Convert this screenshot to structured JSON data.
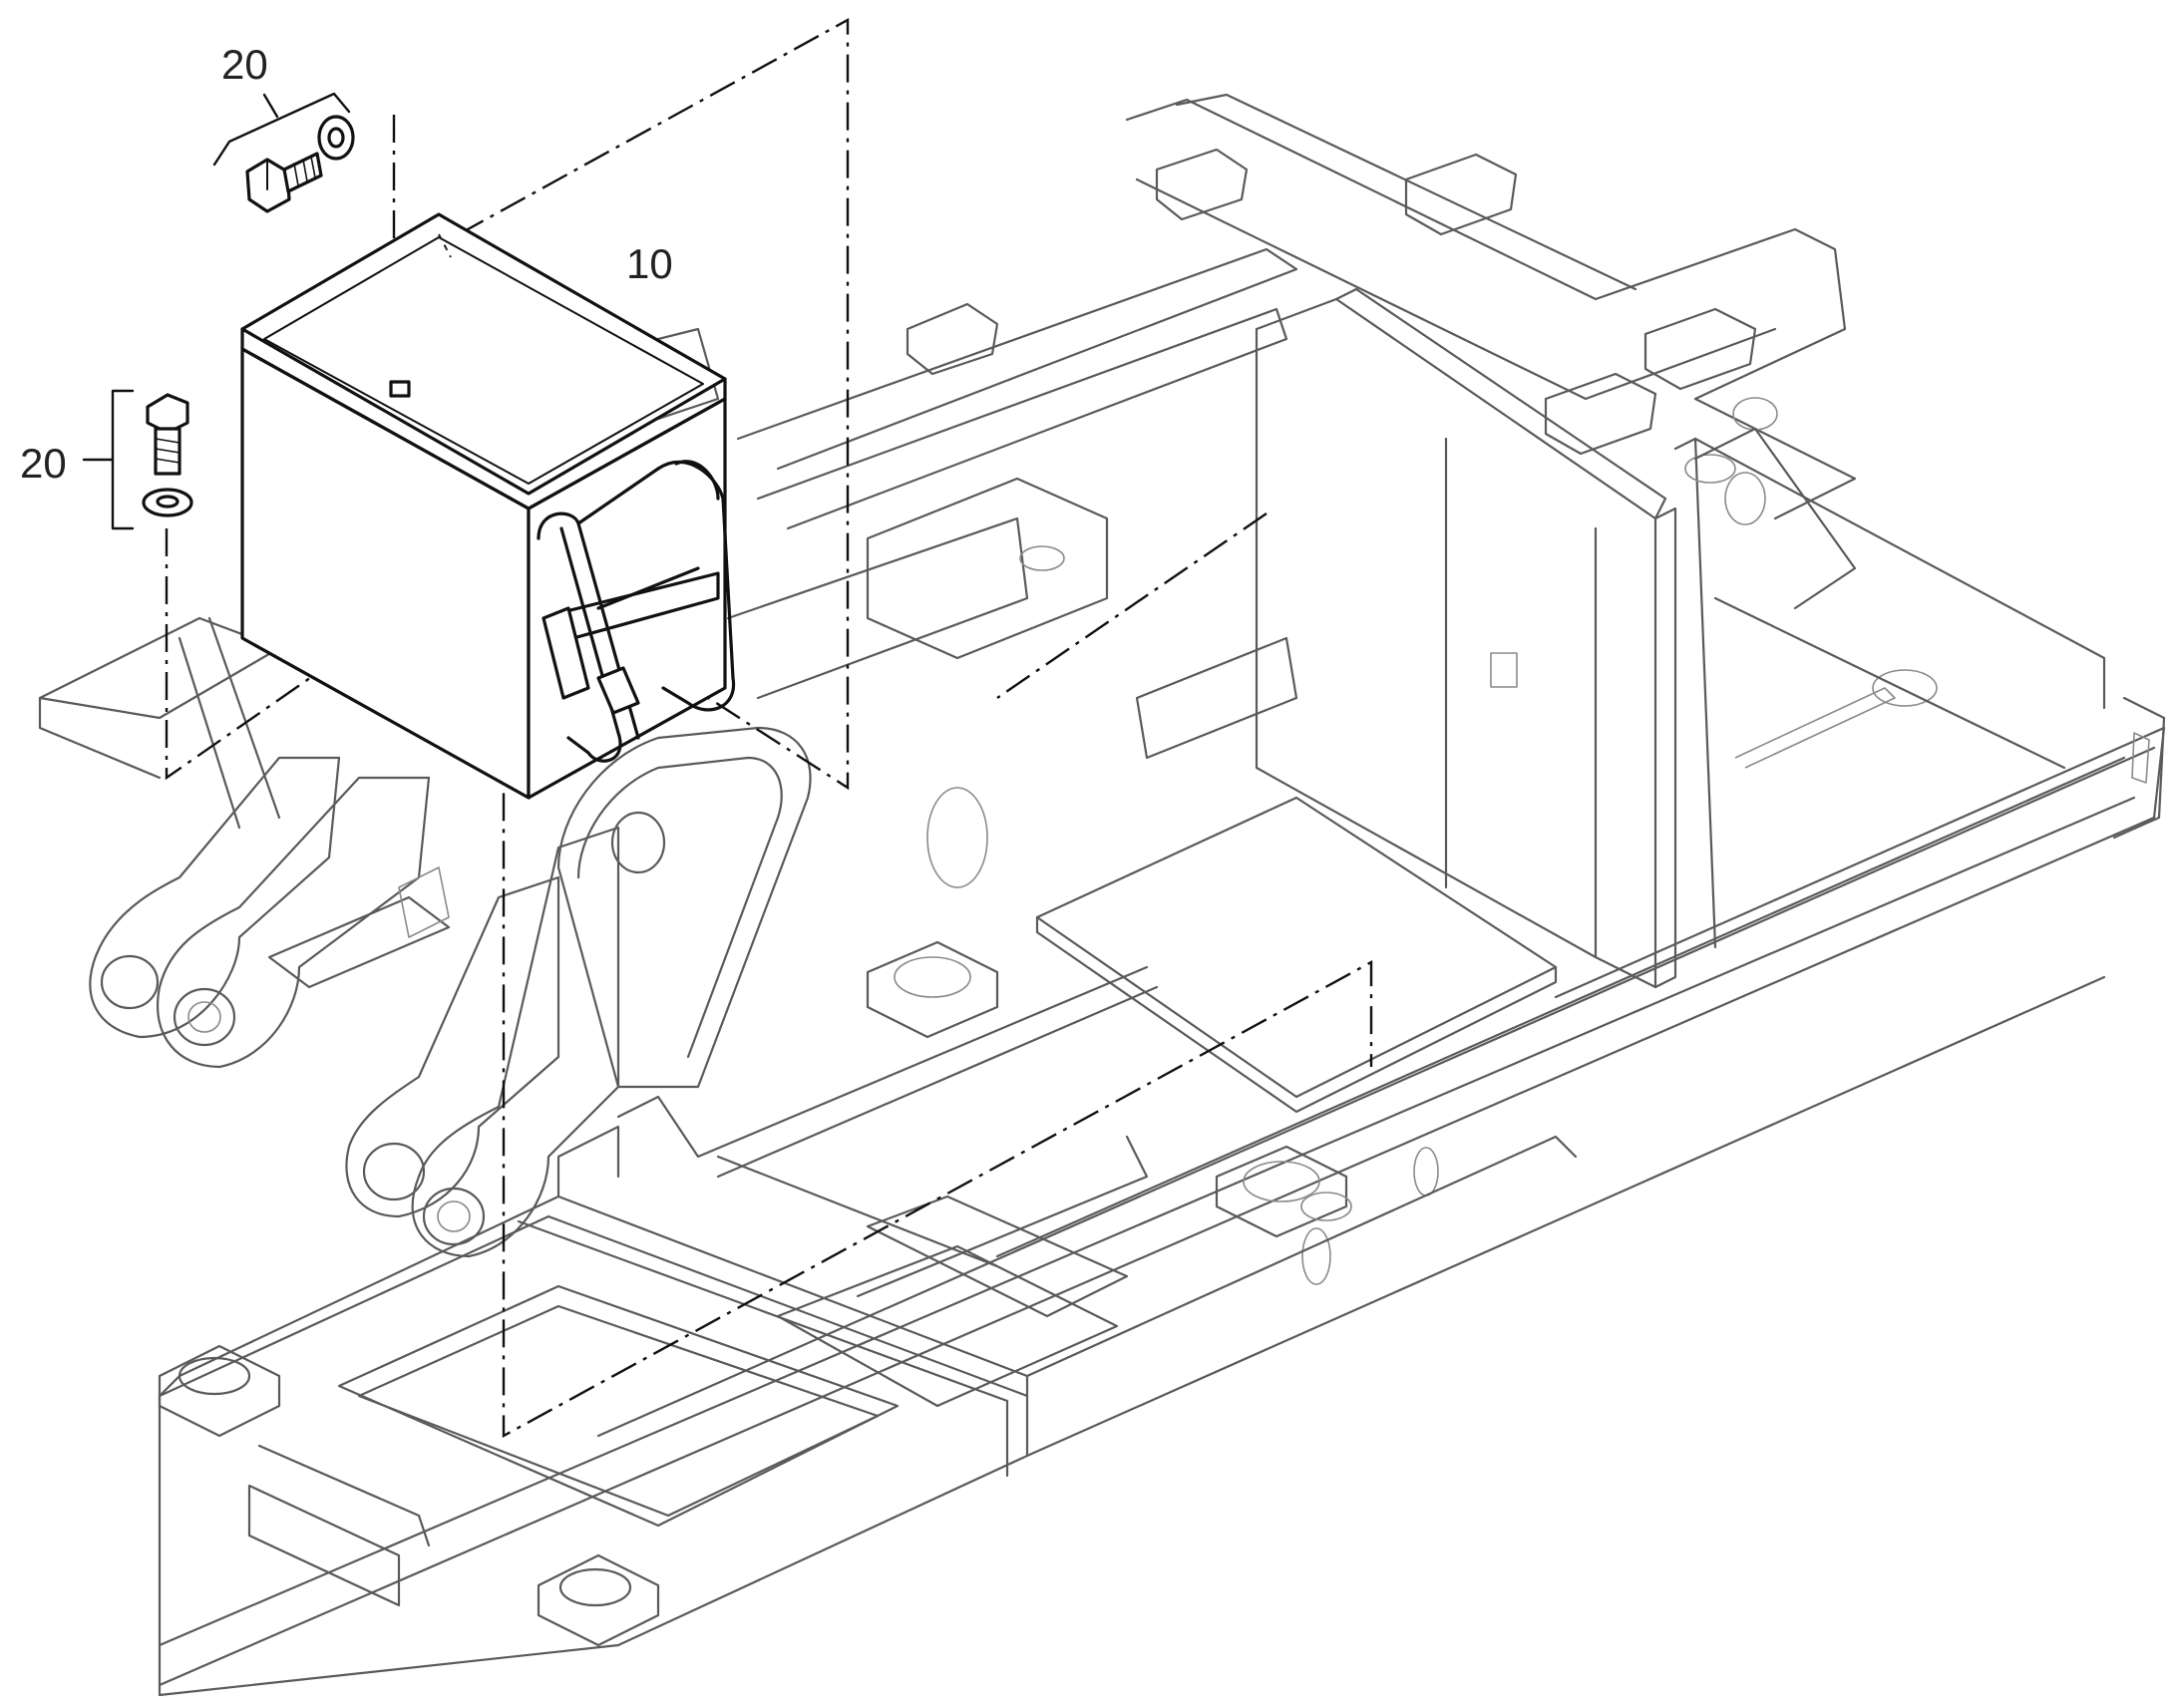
{
  "callouts": {
    "battery_box": "10",
    "bolt_set_top": "20",
    "bolt_set_left": "20"
  },
  "colors": {
    "background": "#ffffff",
    "frame_lines": "#5a5a5a",
    "part_lines": "#111111"
  }
}
